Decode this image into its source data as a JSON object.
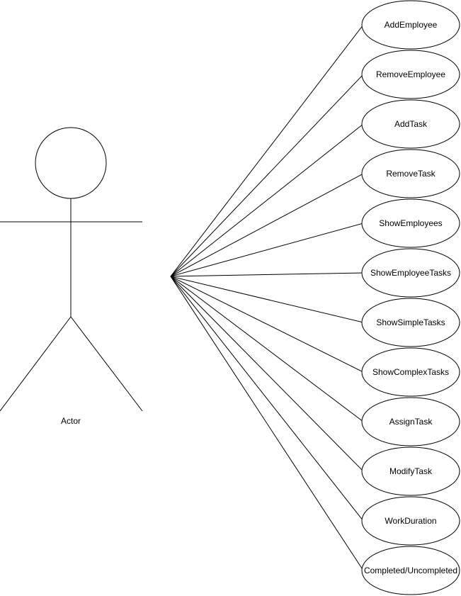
{
  "actor": {
    "label": "Actor"
  },
  "use_cases": [
    {
      "label": "AddEmployee"
    },
    {
      "label": "RemoveEmployee"
    },
    {
      "label": "AddTask"
    },
    {
      "label": "RemoveTask"
    },
    {
      "label": "ShowEmployees"
    },
    {
      "label": "ShowEmployeeTasks"
    },
    {
      "label": "ShowSimpleTasks"
    },
    {
      "label": "ShowComplexTasks"
    },
    {
      "label": "AssignTask"
    },
    {
      "label": "ModifyTask"
    },
    {
      "label": "WorkDuration"
    },
    {
      "label": "Completed/Uncompleted"
    }
  ]
}
